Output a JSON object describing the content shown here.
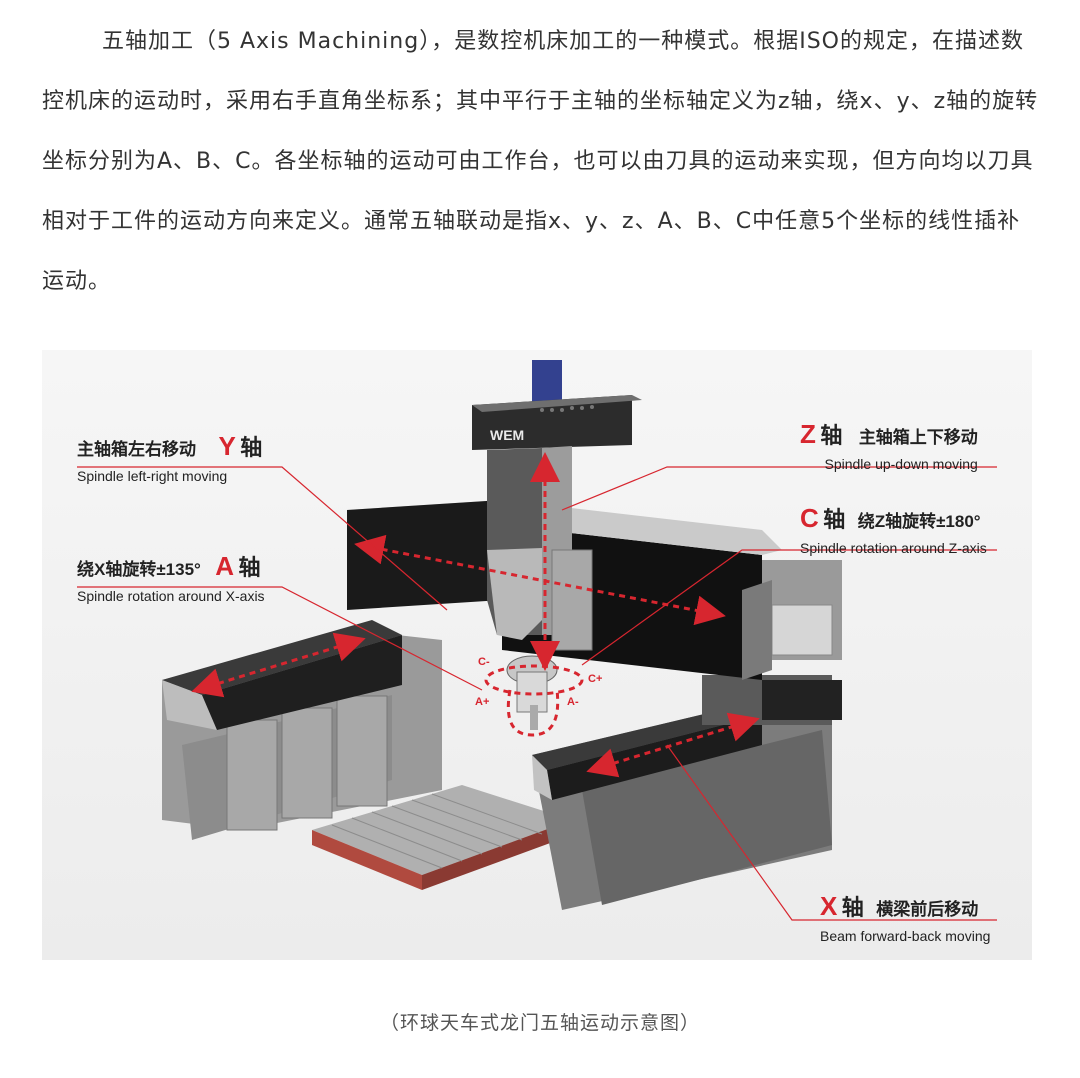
{
  "article": {
    "paragraph": "五轴加工（5 Axis Machining），是数控机床加工的一种模式。根据ISO的规定，在描述数控机床的运动时，采用右手直角坐标系；其中平行于主轴的坐标轴定义为z轴，绕x、y、z轴的旋转坐标分别为A、B、C。各坐标轴的运动可由工作台，也可以由刀具的运动来实现，但方向均以刀具相对于工件的运动方向来定义。通常五轴联动是指x、y、z、A、B、C中任意5个坐标的线性插补运动。"
  },
  "figure": {
    "brand_mark": "WEM",
    "labels": {
      "y": {
        "letter": "Y",
        "axis_cn": "轴",
        "desc_cn": "主轴箱左右移动",
        "desc_en": "Spindle left-right moving"
      },
      "a": {
        "letter": "A",
        "axis_cn": "轴",
        "desc_cn": "绕X轴旋转±135°",
        "desc_en": "Spindle rotation around X-axis"
      },
      "z": {
        "letter": "Z",
        "axis_cn": "轴",
        "desc_cn": "主轴箱上下移动",
        "desc_en": "Spindle up-down moving"
      },
      "c": {
        "letter": "C",
        "axis_cn": "轴",
        "desc_cn": "绕Z轴旋转±180°",
        "desc_en": "Spindle rotation around Z-axis"
      },
      "x": {
        "letter": "X",
        "axis_cn": "轴",
        "desc_cn": "横梁前后移动",
        "desc_en": "Beam forward-back moving"
      }
    },
    "rotation_marks": {
      "c_minus": "C-",
      "c_plus": "C+",
      "a_plus": "A+",
      "a_minus": "A-"
    },
    "colors": {
      "accent_red": "#d7262f",
      "machine_dark": "#2a2a2a",
      "machine_grey": "#8f8f8f"
    }
  },
  "caption": "（环球天车式龙门五轴运动示意图）"
}
